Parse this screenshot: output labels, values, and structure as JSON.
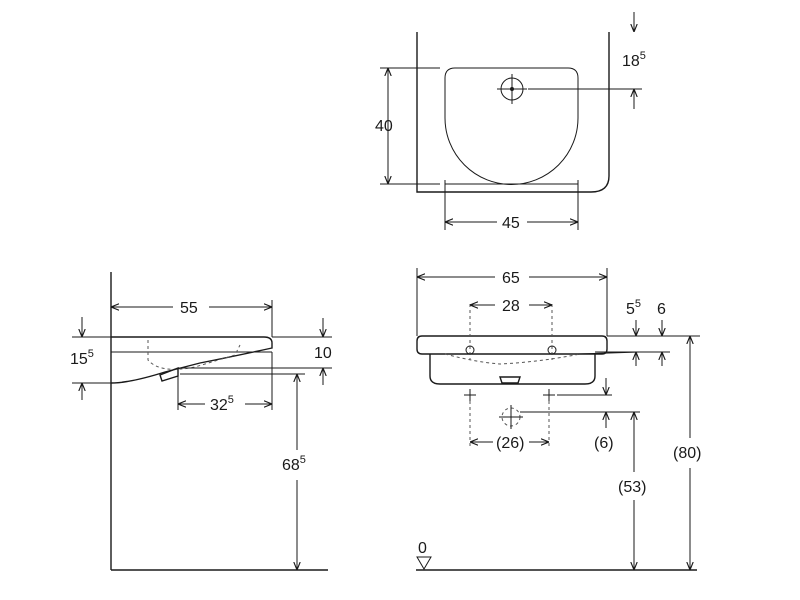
{
  "top_view": {
    "dim_depth_main": "18",
    "dim_depth_sup": "5",
    "dim_height": "40",
    "dim_width": "45"
  },
  "side_view": {
    "dim_length": "55",
    "dim_thickness_main": "15",
    "dim_thickness_sup": "5",
    "dim_rim": "10",
    "dim_offset_main": "32",
    "dim_offset_sup": "5",
    "dim_height_main": "68",
    "dim_height_sup": "5"
  },
  "front_view": {
    "dim_width": "65",
    "dim_taps": "28",
    "dim_a_main": "5",
    "dim_a_sup": "5",
    "dim_b": "6",
    "dim_supply": "(26)",
    "dim_supply_v": "(6)",
    "dim_drain": "(53)",
    "dim_total": "(80)",
    "floor_label": "0"
  }
}
